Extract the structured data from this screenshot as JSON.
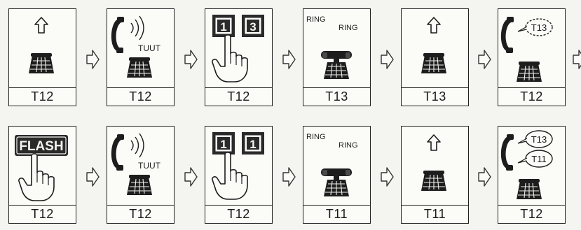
{
  "rows": [
    {
      "panels": [
        {
          "caption": "T12"
        },
        {
          "caption": "T12",
          "sound": "TUUT"
        },
        {
          "caption": "T12",
          "keys": [
            "1",
            "3"
          ]
        },
        {
          "caption": "T13",
          "ring": [
            "RING",
            "RING"
          ]
        },
        {
          "caption": "T13"
        },
        {
          "caption": "T12",
          "bubbles": [
            "T13"
          ]
        }
      ]
    },
    {
      "panels": [
        {
          "caption": "T12",
          "flash": "FLASH"
        },
        {
          "caption": "T12",
          "sound": "TUUT"
        },
        {
          "caption": "T12",
          "keys": [
            "1",
            "1"
          ]
        },
        {
          "caption": "T11",
          "ring": [
            "RING",
            "RING"
          ]
        },
        {
          "caption": "T11"
        },
        {
          "caption": "T12",
          "bubbles": [
            "T13",
            "T11"
          ]
        }
      ]
    }
  ],
  "icons": {
    "phone": "desk-telephone-icon",
    "handset": "handset-icon",
    "lift": "lift-handset-arrow-icon",
    "hand": "pointing-hand-icon",
    "flow": "flow-arrow-icon"
  }
}
